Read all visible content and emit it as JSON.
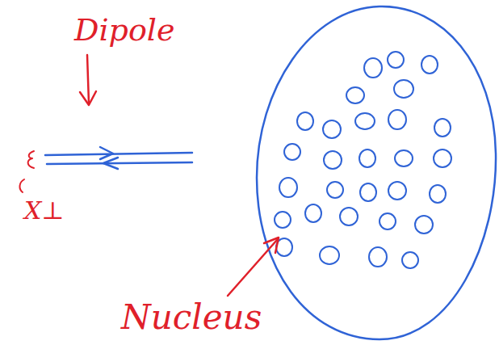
{
  "diagram": {
    "labels": [
      "Dipole",
      "X⊥",
      "Nucleus"
    ]
  }
}
